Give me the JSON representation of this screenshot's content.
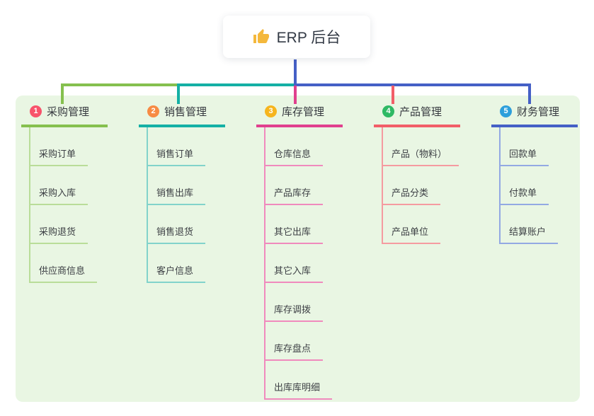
{
  "root": {
    "title": "ERP 后台",
    "icon": "thumbs-up"
  },
  "colors": {
    "page_bg": "#ffffff",
    "panel_bg": "#e9f6e3",
    "connector_blue": "#4560c6",
    "thumb_icon": "#f4b83c"
  },
  "branches": [
    {
      "badge": "1",
      "badge_color": "#f8536b",
      "accent": "#85c04e",
      "child_accent": "#b9dd99",
      "title": "采购管理",
      "children": [
        "采购订单",
        "采购入库",
        "采购退货",
        "供应商信息"
      ]
    },
    {
      "badge": "2",
      "badge_color": "#f78b44",
      "accent": "#14b0a5",
      "child_accent": "#82d3cb",
      "title": "销售管理",
      "children": [
        "销售订单",
        "销售出库",
        "销售退货",
        "客户信息"
      ]
    },
    {
      "badge": "3",
      "badge_color": "#f6b51e",
      "accent": "#e0408e",
      "child_accent": "#f08abd",
      "title": "库存管理",
      "children": [
        "仓库信息",
        "产品库存",
        "其它出库",
        "其它入库",
        "库存调拨",
        "库存盘点",
        "出库库明细"
      ]
    },
    {
      "badge": "4",
      "badge_color": "#2eb964",
      "accent": "#f25e68",
      "child_accent": "#f59ba0",
      "title": "产品管理",
      "children": [
        "产品（物料）",
        "产品分类",
        "产品单位"
      ]
    },
    {
      "badge": "5",
      "badge_color": "#2d9fdb",
      "accent": "#4560c6",
      "child_accent": "#93a9e3",
      "title": "财务管理",
      "children": [
        "回款单",
        "付款单",
        "结算账户"
      ]
    }
  ]
}
